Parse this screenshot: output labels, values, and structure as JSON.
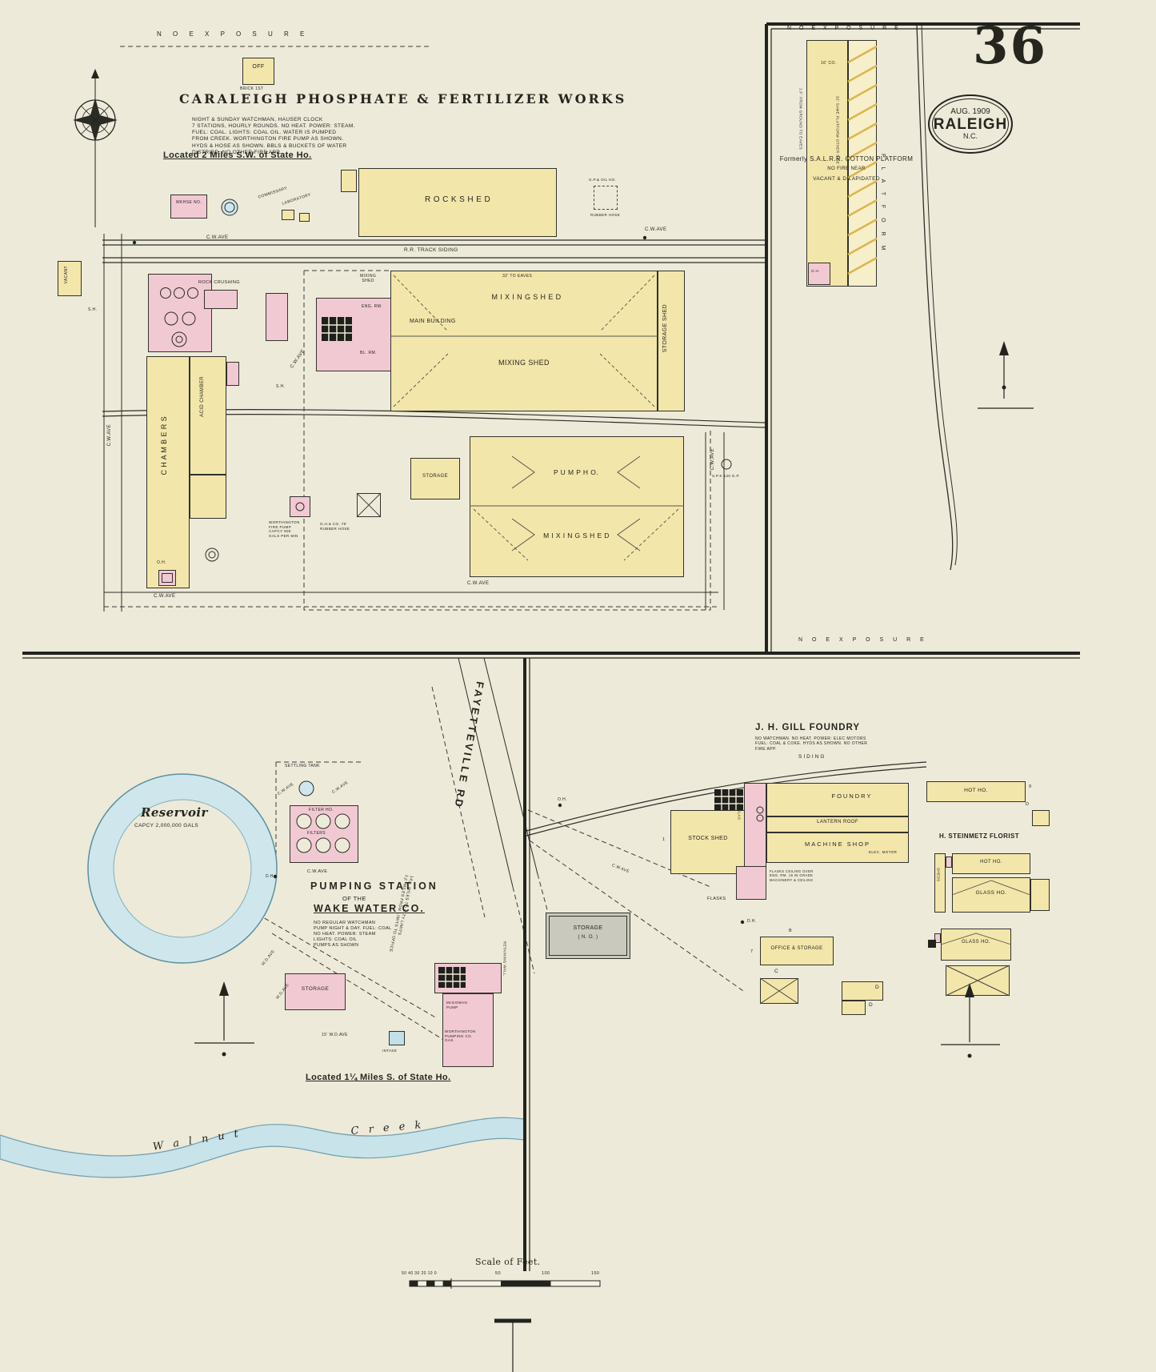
{
  "sheet": {
    "number": "36",
    "stamp_date": "AUG. 1909",
    "stamp_city": "RALEIGH",
    "stamp_state": "N.C."
  },
  "phosphate": {
    "no_exposure": "N O    E X P O S U R E",
    "off": "OFF",
    "off_note": "BRICK 1ST",
    "title": "CARALEIGH  PHOSPHATE  &  FERTILIZER  WORKS",
    "notes": "NIGHT & SUNDAY WATCHMAN, HAUSER CLOCK\n7 STATIONS, HOURLY ROUNDS. NO HEAT. POWER: STEAM.\nFUEL: COAL. LIGHTS: COAL OIL. WATER IS PUMPED\nFROM CREEK. WORTHINGTON FIRE PUMP AS SHOWN.\nHYDS & HOSE AS SHOWN. BBLS & BUCKETS OF WATER\nDISTRIBD. NO OTHER FIRE APP.",
    "located": "Located 2 Miles S.W. of State Ho.",
    "commissary": "COMMISSARY",
    "laboratory": "LABORATORY",
    "wkhse": "WKHSE NO.",
    "vacant": "VACANT",
    "rock_shed": "R O C K        S H E D",
    "rr_track_siding": "R.R. TRACK            SIDING",
    "cw_ave": "C.W.AVE",
    "rock_crushing": "ROCK CRUSHING",
    "mixing_shed_small": "MIXING\nSHED",
    "mixing_shed": "M I X I N G        S H E D",
    "main_building": "MAIN BUILDING",
    "mixing_shed_2": "MIXING            SHED",
    "storage_shed": "STORAGE  SHED",
    "eng_rm": "ENG. RM.",
    "bl_rm": "BL. RM.",
    "chambers": "C H A M B E R S",
    "acid_chamber": "ACID  CHAMBER",
    "storage": "STORAGE",
    "pump_ho": "P U M P      H O.",
    "mixing_shed_3": "M I X I N G      S H E D",
    "to_eaves": "32' TO EAVES",
    "fire_pump": "WORTHINGTON\nFIRE PUMP\nCAPCY 500\nGALS PER MIN",
    "hose": "G.H.& CO. 75'\nRUBBER HOSE",
    "oil_ho": "G.P.& OIL HO.",
    "rubber_hose": "RUBBER HOSE",
    "sprinkler": "S.P.K 120 G.P.",
    "sh": "S.H.",
    "oh": "O.H."
  },
  "platform": {
    "no_exposure": "N O    E X P O S U R E",
    "co": "16' CO.",
    "formerly": "Formerly S.A.L.R.R. COTTON PLATFORM",
    "no_fire": "NO FIRE NEAR",
    "vacant": "VACANT & DILAPIDATED",
    "platform_label": "P L A T F O R M",
    "side_note_left": "1½' FROM GROUND TO EAVES",
    "side_note_right": "32' SAME PLATFORM OTHER SIDE",
    "no_exposure_bottom": "N O    E X P O S U R E",
    "oh": "O.H."
  },
  "waterworks": {
    "fayetteville_rd": "FAYETTEVILLE  RD",
    "reservoir": "Reservoir",
    "capacity": "CAPCY 2,000,000 GALS",
    "settling_tank": "SETTLING TANK",
    "filter_ho": "FILTER HO.",
    "filters": "FILTERS",
    "wd_ave": "W.D.AVE",
    "wd_ave_15": "15' W.D.AVE",
    "dh": "D.H.",
    "title1": "PUMPING  STATION",
    "title2": "OF THE",
    "title3": "WAKE WATER CO.",
    "notes": "NO REGULAR WATCHMAN\nPUMP NIGHT & DAY. FUEL: COAL\nNO HEAT. POWER: STEAM\nLIGHTS: COAL OIL\nPUMPS AS SHOWN",
    "road_note": "14½ MILES TO CITY LIMITS\n1¼ MILES FROM LIMITS TO OFFICE",
    "storage": "STORAGE",
    "retaining_wall": "RETAINING WALL",
    "mcgowan": "McGOWAN\nPUMP",
    "worthington": "WORTHINGTON\nPUMPING CO.\nGAS.",
    "intake": "INTAKE",
    "located": "Located 1¼ Miles S. of State Ho.",
    "walnut": "W a l n u t",
    "creek": "C r e e k"
  },
  "foundry": {
    "oh": "O.H.",
    "dh": "D.H.",
    "siding": "SIDING",
    "title": "J. H. GILL  FOUNDRY",
    "notes": "NO WATCHMAN. NO HEAT. POWER: ELEC MOTORS\nFUEL: COAL & COKE. HYDS AS SHOWN. NO OTHER\nFIRE APP.",
    "stock_shed": "STOCK  SHED",
    "cupolas": "CUPOLAS",
    "foundry_label": "FOUNDRY",
    "lantern_roof": "LANTERN    ROOF",
    "machine_shop": "MACHINE    SHOP",
    "elec_motor": "ELEC. MOTOR",
    "flasks": "FLASKS",
    "flasks_note": "FLASKS CEILING OVER\nENG. RM. 16 IN GRADE\nMACHINERY & CEILING",
    "office_storage": "OFFICE & STORAGE",
    "storage_label": "STORAGE",
    "storage_no": "( N. O. )",
    "c": "C",
    "d": "D",
    "one": "1",
    "seven": "7",
    "b": "B"
  },
  "florist": {
    "title": "H. STEINMETZ  FLORIST",
    "hot_ho": "HOT  HO.",
    "glass_ho": "GLASS  HO.",
    "sheds": "SHEDS",
    "nine": "9",
    "d": "D"
  },
  "scale": {
    "title": "Scale of Feet.",
    "left_ticks": "50   40   30   20  10    0",
    "t50": "50",
    "t100": "100",
    "t150": "150"
  }
}
